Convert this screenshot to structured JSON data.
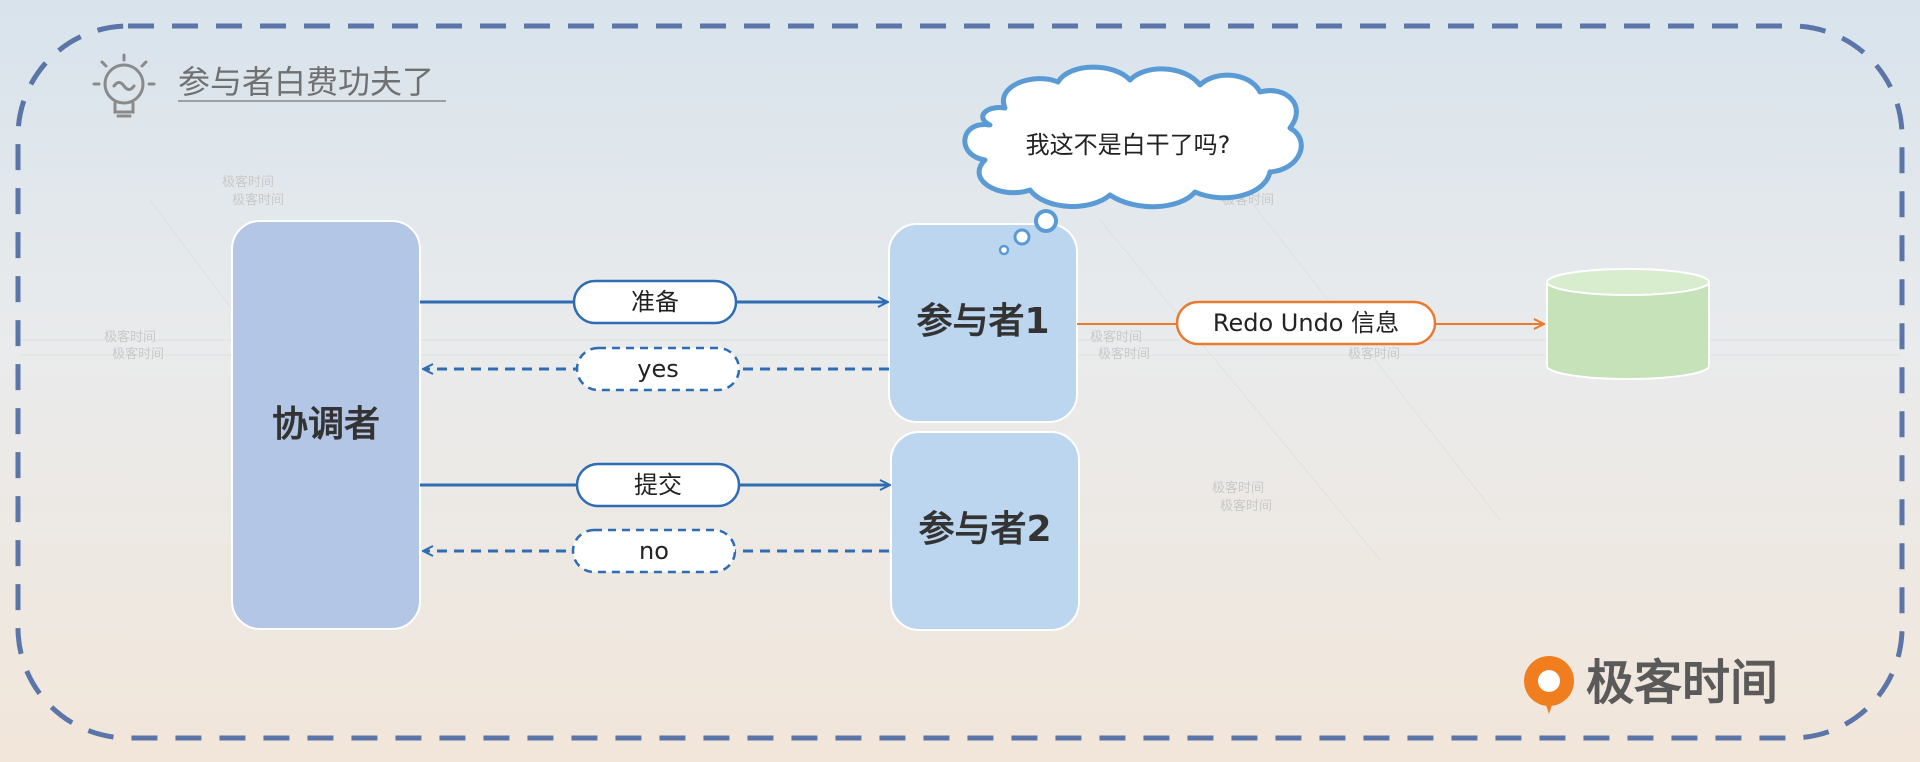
{
  "title": "参与者白费功夫了",
  "coordinator": {
    "label": "协调者"
  },
  "participants": [
    {
      "label": "参与者1"
    },
    {
      "label": "参与者2"
    }
  ],
  "messages": {
    "prepare": "准备",
    "yes": "yes",
    "commit": "提交",
    "no": "no",
    "redo_undo": "Redo Undo 信息"
  },
  "thought_bubble": "我这不是白干了吗?",
  "brand": "极客时间",
  "watermark": "极客时间",
  "colors": {
    "frame": "#5b75a8",
    "coordinator_fill": "#b3c6e6",
    "participant_fill": "#bcd6ef",
    "arrow_blue": "#2e6db4",
    "arrow_orange": "#ea7a2e",
    "database_fill": "#c6e2b8",
    "brand_orange": "#f07d1e"
  },
  "icons": {
    "title_icon": "lightbulb-icon",
    "database_icon": "database-icon",
    "brand_logo": "brand-logo-icon"
  }
}
